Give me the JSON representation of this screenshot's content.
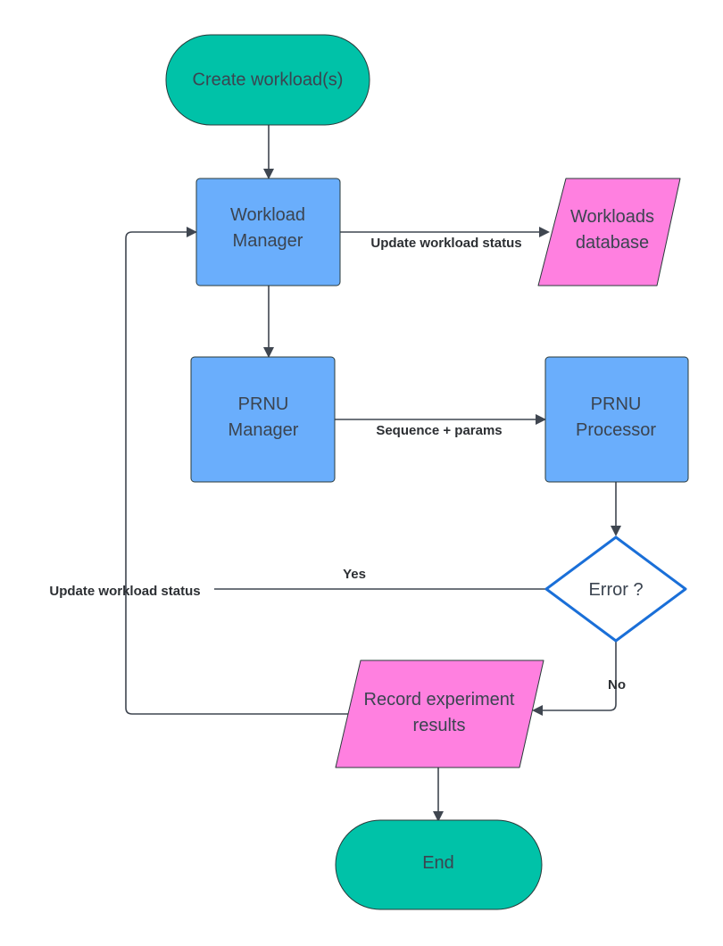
{
  "nodes": {
    "start": "Create workload(s)",
    "workload_manager": [
      "Workload",
      "Manager"
    ],
    "workloads_db": [
      "Workloads",
      "database"
    ],
    "prnu_manager": [
      "PRNU",
      "Manager"
    ],
    "prnu_processor": [
      "PRNU",
      "Processor"
    ],
    "error_decision": "Error ?",
    "record_results": [
      "Record experiment",
      "results"
    ],
    "end": "End"
  },
  "edges": {
    "update_status_top": "Update workload status",
    "sequence_params": "Sequence + params",
    "yes": "Yes",
    "update_status_left": "Update workload status",
    "no": "No"
  },
  "colors": {
    "terminal": "#00c2a8",
    "process": "#6aaefc",
    "data": "#ff80e0",
    "decision_stroke": "#1a6fd8"
  }
}
